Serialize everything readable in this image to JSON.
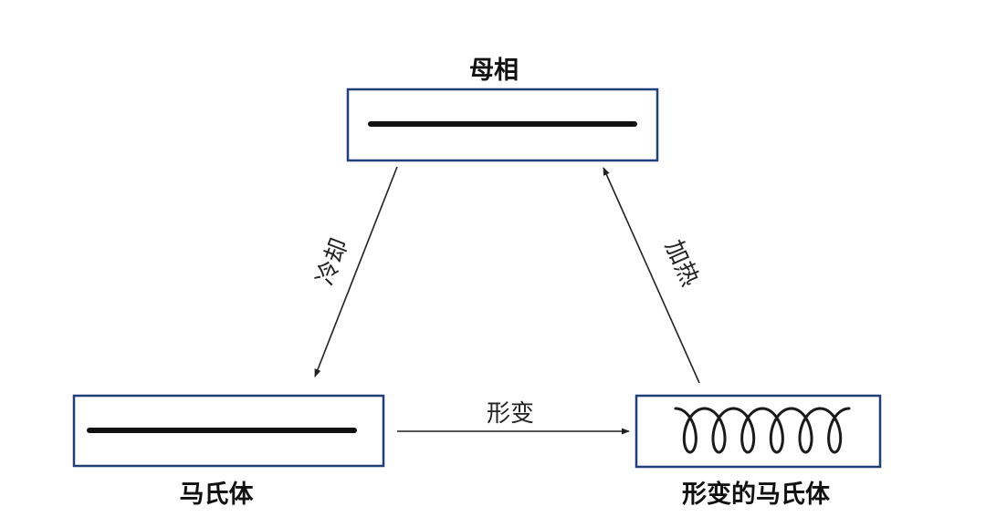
{
  "colors": {
    "box_border": "#1f3f7a",
    "bar": "#111111",
    "arrow": "#222222",
    "coil": "#1a1a1a",
    "text": "#111111"
  },
  "states": {
    "parent_phase": {
      "label": "母相"
    },
    "martensite": {
      "label": "马氏体"
    },
    "deformed_martensite": {
      "label": "形变的马氏体"
    }
  },
  "transitions": {
    "cooling": {
      "label": "冷却"
    },
    "deformation": {
      "label": "形变"
    },
    "heating": {
      "label": "加热"
    }
  }
}
